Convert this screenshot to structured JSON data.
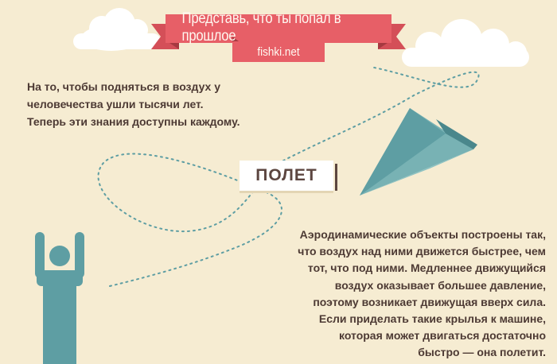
{
  "header": {
    "title": "Представь, что ты попал в прошлое",
    "subtitle": "fishki.net"
  },
  "intro": {
    "lines": [
      "На то, чтобы подняться в воздух у",
      "человечества ушли тысячи лет.",
      "Теперь эти знания доступны каждому."
    ]
  },
  "label": {
    "text": "ПОЛЕТ"
  },
  "description": {
    "lines": [
      "Аэродинамические объекты построены так,",
      "что воздух над ними движется быстрее, чем",
      "тот, что под ними. Медленнее движущийся",
      "воздух оказывает большее давление,",
      "поэтому возникает движущая вверх сила.",
      "Если приделать такие крылья к машине,",
      "которая может двигаться достаточно",
      "быстро — она полетит."
    ]
  },
  "colors": {
    "background": "#f6ecd2",
    "ribbon": "#e75f67",
    "ribbon_dark": "#b8434a",
    "teal": "#5e9ea3",
    "text": "#4d3a34"
  },
  "icons": [
    "cloud-icon",
    "paper-plane-icon",
    "person-icon",
    "dotted-flight-path"
  ]
}
